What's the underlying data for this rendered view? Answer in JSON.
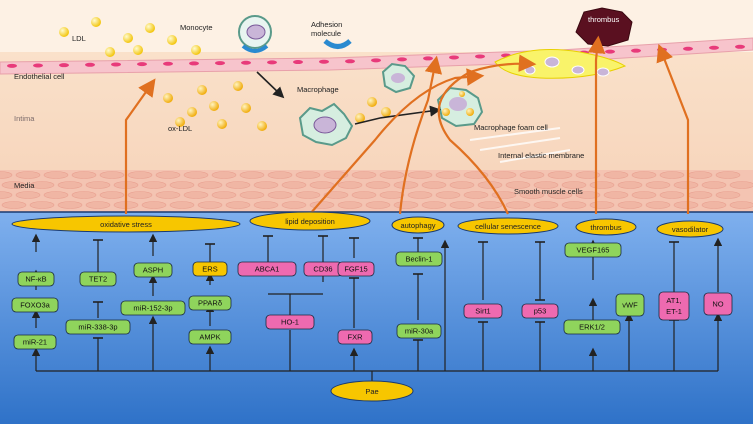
{
  "artery": {
    "labels": {
      "ldl": "LDL",
      "monocyte": "Monocyte",
      "adhesion_molecule": "Adhesion molecule",
      "endothelial_cell": "Endothelial cell",
      "intima": "Intima",
      "ox_ldl": "ox-LDL",
      "macrophage": "Macrophage",
      "macrophage_foam_cell": "Macrophage foam cell",
      "internal_elastic_membrane": "Internal elastic membrane",
      "media": "Media",
      "smooth_muscle_cells": "Smooth muscle cells",
      "thrombus": "thrombus"
    }
  },
  "outcomes": {
    "oxidative_stress": "oxidative stress",
    "lipid_deposition": "lipid deposition",
    "autophagy": "autophagy",
    "cellular_senescence": "cellular senescence",
    "thrombus": "thrombus",
    "vasodilator": "vasodilator"
  },
  "nodes": {
    "nfkb": "NF-κB",
    "foxo3a": "FOXO3a",
    "mir21": "miR-21",
    "tet2": "TET2",
    "mir338": "miR-338-3p",
    "asph": "ASPH",
    "mir152": "miR-152-3p",
    "ers": "ERS",
    "ppard": "PPARδ",
    "ampk": "AMPK",
    "abca1": "ABCA1",
    "cd36": "CD36",
    "ho1": "HO-1",
    "fgf15": "FGF15",
    "fxr": "FXR",
    "beclin1": "Beclin-1",
    "mir30a": "miR-30a",
    "sirt1": "Sirt1",
    "p53": "p53",
    "vegf165": "VEGF165",
    "erk12": "ERK1/2",
    "vwf": "vWF",
    "at1_line1": "AT1,",
    "at1_line2": "ET-1",
    "no": "NO"
  },
  "drug": "Pae",
  "colors": {
    "yellow": "#f7c600",
    "green": "#8fd45c",
    "pink": "#ee6ab0",
    "orange": "#e07020",
    "blue_top": "#6fa2e6",
    "blue_bottom": "#2a6fc6"
  }
}
